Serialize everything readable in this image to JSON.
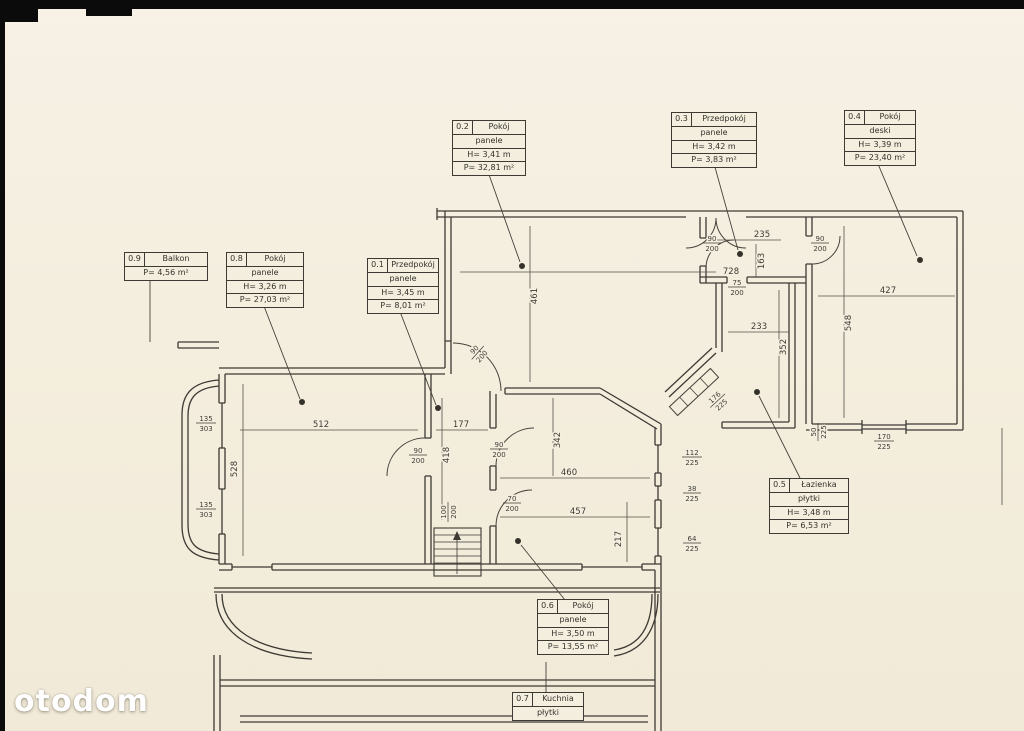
{
  "watermark": "otodom",
  "colors": {
    "paper": "#f4eede",
    "ink": "#3d3a34"
  },
  "labels": {
    "r01": {
      "id": "0.1",
      "name": "Przedpokój",
      "rows": [
        "panele",
        "H= 3,45 m",
        "P= 8,01 m²"
      ]
    },
    "r02": {
      "id": "0.2",
      "name": "Pokój",
      "rows": [
        "panele",
        "H= 3,41 m",
        "P= 32,81 m²"
      ]
    },
    "r03": {
      "id": "0.3",
      "name": "Przedpokój",
      "rows": [
        "panele",
        "H= 3,42 m",
        "P= 3,83 m²"
      ]
    },
    "r04": {
      "id": "0.4",
      "name": "Pokój",
      "rows": [
        "deski",
        "H= 3,39 m",
        "P= 23,40 m²"
      ]
    },
    "r05": {
      "id": "0.5",
      "name": "Łazienka",
      "rows": [
        "płytki",
        "H= 3,48 m",
        "P= 6,53 m²"
      ]
    },
    "r06": {
      "id": "0.6",
      "name": "Pokój",
      "rows": [
        "panele",
        "H= 3,50 m",
        "P= 13,55 m²"
      ]
    },
    "r07": {
      "id": "0.7",
      "name": "Kuchnia",
      "rows": [
        "płytki"
      ]
    },
    "r08": {
      "id": "0.8",
      "name": "Pokój",
      "rows": [
        "panele",
        "H= 3,26 m",
        "P= 27,03 m²"
      ]
    },
    "r09": {
      "id": "0.9",
      "name": "Balkon",
      "rows": [
        "P= 4,56 m²"
      ]
    }
  },
  "dims": {
    "w728": "728",
    "w461": "461",
    "w235": "235",
    "w163": "163",
    "w233": "233",
    "w352": "352",
    "w427": "427",
    "w548": "548",
    "w512": "512",
    "w528": "528",
    "w177": "177",
    "w418": "418",
    "w342": "342",
    "w460": "460",
    "w457": "457",
    "w217": "217"
  },
  "fr": {
    "n90": "90",
    "n75": "75",
    "n70": "70",
    "n100": "100",
    "n135": "135",
    "n112": "112",
    "n38": "38",
    "n64": "64",
    "n176": "176",
    "n50": "50",
    "n170": "170",
    "d200": "200",
    "d225": "225",
    "d303": "303"
  }
}
